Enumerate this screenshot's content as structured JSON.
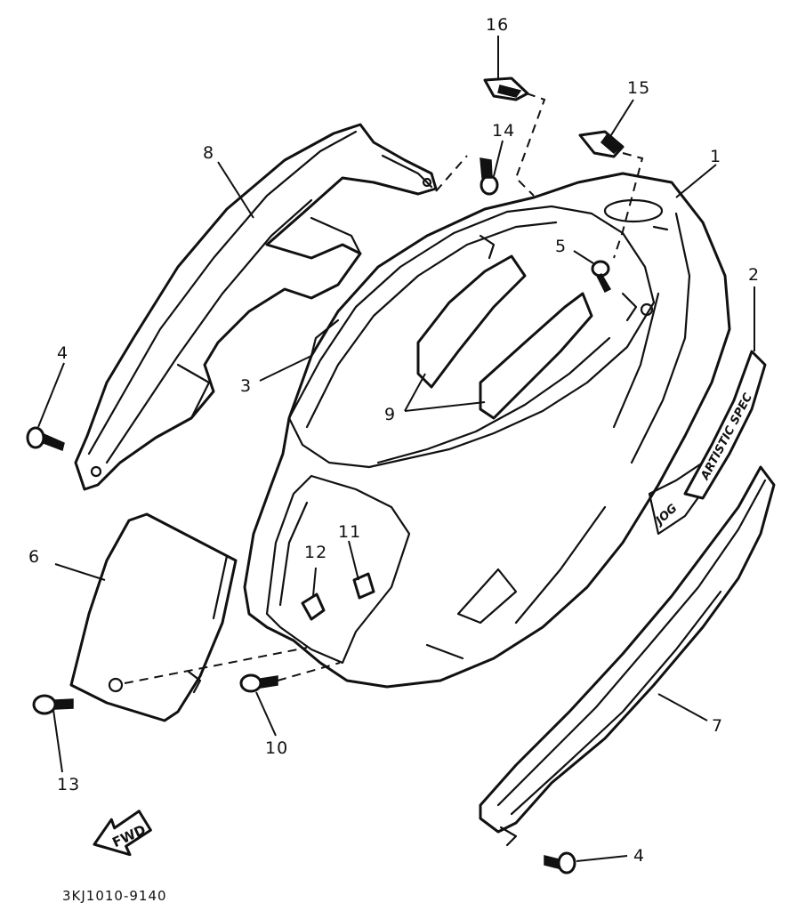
{
  "diagram": {
    "part_code": "3KJ1010-9140",
    "direction_label": "FWD",
    "emblem_text": "ARTISTIC SPEC",
    "callouts": [
      {
        "id": "1",
        "label": "1"
      },
      {
        "id": "2",
        "label": "2"
      },
      {
        "id": "3",
        "label": "3"
      },
      {
        "id": "4a",
        "label": "4"
      },
      {
        "id": "4b",
        "label": "4"
      },
      {
        "id": "5",
        "label": "5"
      },
      {
        "id": "6",
        "label": "6"
      },
      {
        "id": "7",
        "label": "7"
      },
      {
        "id": "8",
        "label": "8"
      },
      {
        "id": "9",
        "label": "9"
      },
      {
        "id": "10",
        "label": "10"
      },
      {
        "id": "11",
        "label": "11"
      },
      {
        "id": "12",
        "label": "12"
      },
      {
        "id": "13",
        "label": "13"
      },
      {
        "id": "14",
        "label": "14"
      },
      {
        "id": "15",
        "label": "15"
      },
      {
        "id": "16",
        "label": "16"
      }
    ]
  }
}
